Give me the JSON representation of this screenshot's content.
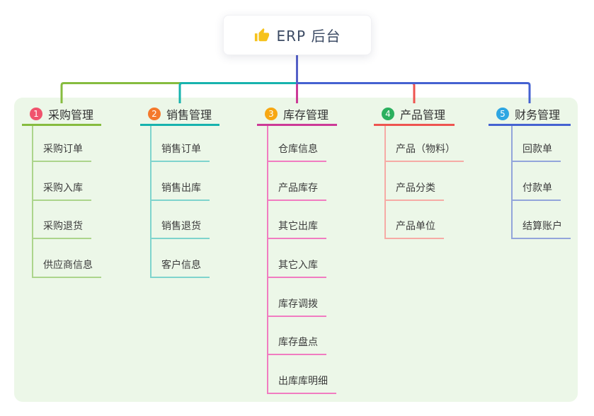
{
  "root": {
    "title": "ERP 后台",
    "icon": "thumbs-up-icon",
    "icon_color": "#F6C21C",
    "text_color": "#3C4B64",
    "line_color": "#5560C8"
  },
  "canvas": {
    "bg": "#ECF7E8"
  },
  "branches": [
    {
      "badge": "1",
      "title": "采购管理",
      "badge_color": "#F0536D",
      "color": "#86BC3F",
      "light_color": "#ACD58C",
      "children": [
        "采购订单",
        "采购入库",
        "采购退货",
        "供应商信息"
      ]
    },
    {
      "badge": "2",
      "title": "销售管理",
      "badge_color": "#F4792C",
      "color": "#17B3AE",
      "light_color": "#7FD4CD",
      "children": [
        "销售订单",
        "销售出库",
        "销售退货",
        "客户信息"
      ]
    },
    {
      "badge": "3",
      "title": "库存管理",
      "badge_color": "#F7A713",
      "color": "#CC3A97",
      "light_color": "#F17CC1",
      "children": [
        "仓库信息",
        "产品库存",
        "其它出库",
        "其它入库",
        "库存调拨",
        "库存盘点",
        "出库库明细"
      ]
    },
    {
      "badge": "4",
      "title": "产品管理",
      "badge_color": "#2BB05E",
      "color": "#EE5450",
      "light_color": "#F6ABA5",
      "children": [
        "产品（物料）",
        "产品分类",
        "产品单位"
      ]
    },
    {
      "badge": "5",
      "title": "财务管理",
      "badge_color": "#2EA6E2",
      "color": "#4562D1",
      "light_color": "#93A5DB",
      "children": [
        "回款单",
        "付款单",
        "结算账户"
      ]
    }
  ]
}
